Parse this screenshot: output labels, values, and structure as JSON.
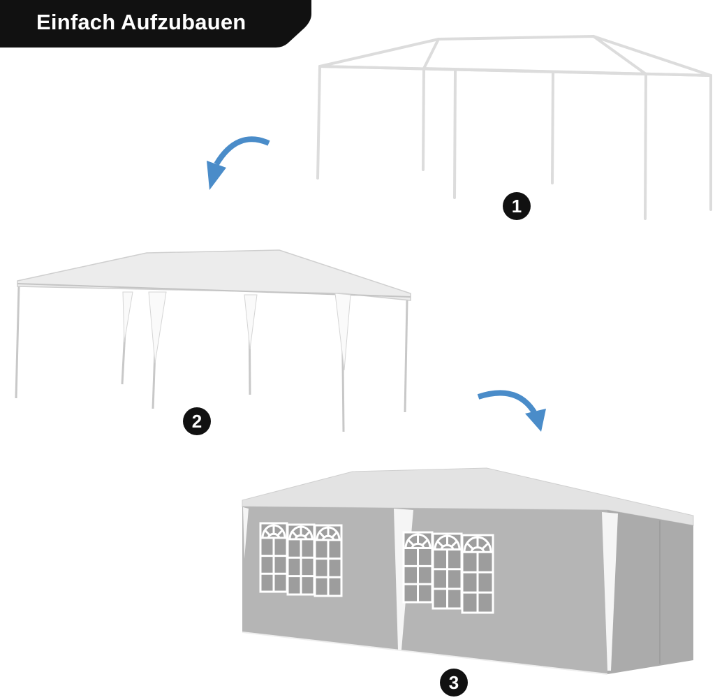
{
  "header": {
    "title": "Einfach Aufzubauen"
  },
  "steps": [
    {
      "number": "1"
    },
    {
      "number": "2"
    },
    {
      "number": "3"
    }
  ],
  "colors": {
    "banner": "#111111",
    "arrow": "#4a8cc9",
    "wall": "#b5b5b5",
    "roof": "#e3e3e3",
    "frame": "#dddddd"
  }
}
